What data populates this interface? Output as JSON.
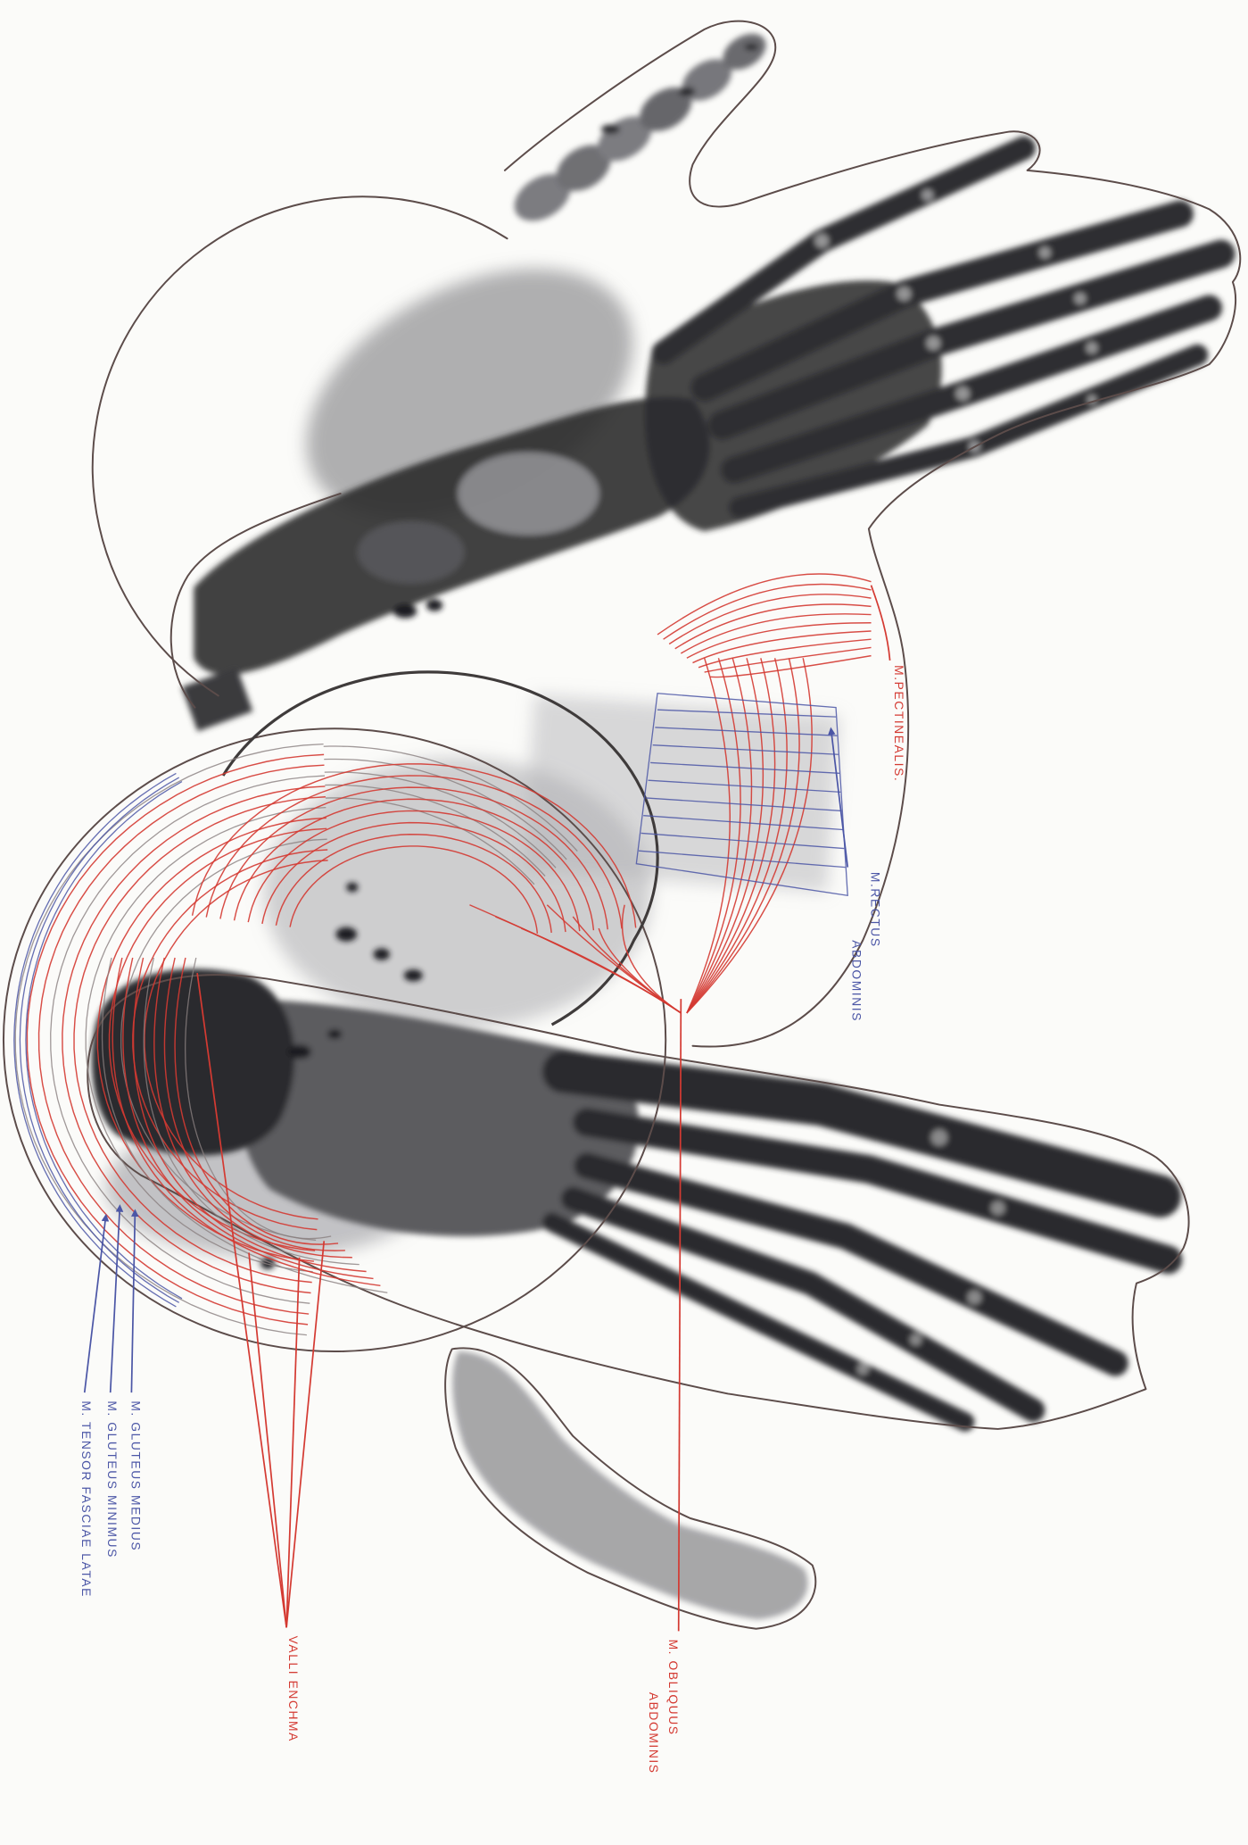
{
  "figure": {
    "labels": {
      "pectinealis": "M.PECTINEALIS.",
      "rectus_line1": "M.RECTUS",
      "rectus_line2": "ABDOMINIS",
      "gluteus_medius": "M. GLUTEUS MEDIUS",
      "gluteus_minimus": "M. GLUTEUS MINIMUS",
      "tensor_fasciae_latae": "M. TENSOR FASCIAE LATAE",
      "red_center_label": "VALLI ENCHMA",
      "red_right_line1": "M. OBLIQUUS",
      "red_right_line2": "ABDOMINIS"
    }
  },
  "colors": {
    "red": "#d43a32",
    "blue": "#4b56a6",
    "outline": "#5c4c4a",
    "bone": "#2c2c2f",
    "paper": "#fbfbf9"
  }
}
